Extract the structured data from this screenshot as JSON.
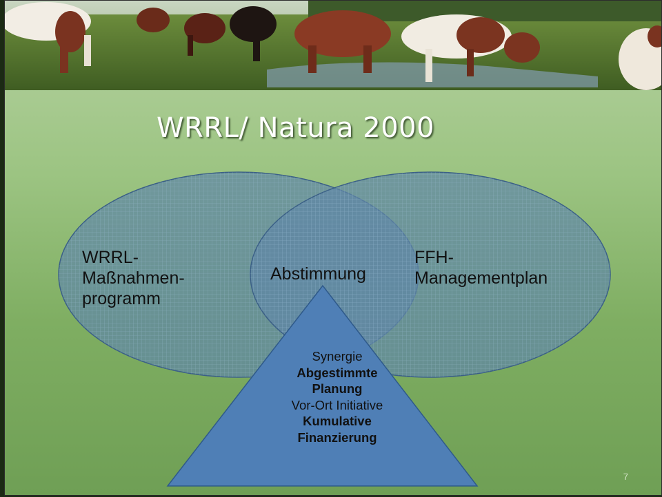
{
  "slide": {
    "title": "WRRL/ Natura 2000",
    "page_number": "7"
  },
  "diagram": {
    "left_circle": {
      "line1": "WRRL-",
      "line2": "Maßnahmen-",
      "line3": "programm"
    },
    "right_circle": {
      "line1": "FFH-",
      "line2": "Managementplan"
    },
    "overlap": {
      "label": "Abstimmung"
    },
    "triangle": {
      "line1": "Synergie",
      "line2": "Abgestimmte",
      "line3": "Planung",
      "line4": "Vor-Ort Initiative",
      "line5": "Kumulative",
      "line6": "Finanzierung"
    }
  },
  "colors": {
    "ellipse_fill": "#5f86a6",
    "ellipse_stroke": "#3a5f86",
    "triangle_fill": "#4f7fb6",
    "triangle_stroke": "#2f5a8a"
  }
}
